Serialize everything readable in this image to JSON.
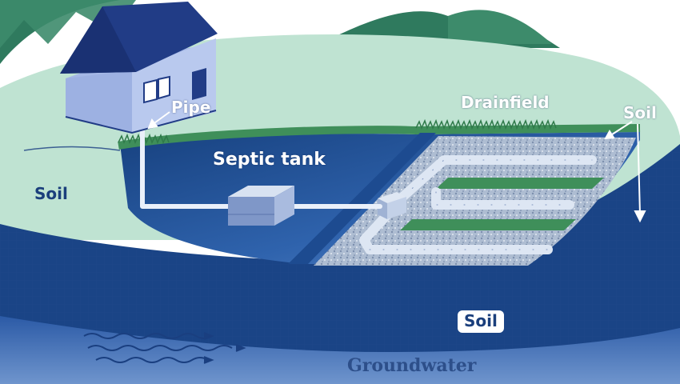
{
  "labels": {
    "pipe": "Pipe",
    "drainfield": "Drainfield",
    "soil_right": "Soil",
    "septic_tank": "Septic tank",
    "soil_left": "Soil",
    "soil_bottom": "Soil",
    "groundwater": "Groundwater"
  },
  "colors": {
    "surface_soil": "#bfe3d2",
    "deep_soil": "#1a4486",
    "groundwater_layer": "#3a6ab4",
    "excavation": "#2c5fa8",
    "gravel": "#a9b9cf",
    "grass": "#3f8f5a",
    "hills": "#2f7a5e",
    "house_wall": "#a5b8e6",
    "house_roof": "#213c86"
  }
}
